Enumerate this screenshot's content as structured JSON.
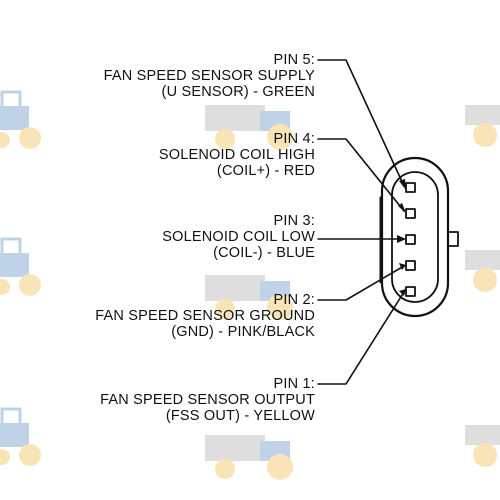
{
  "pins": [
    {
      "id": "pin5",
      "title": "PIN 5:",
      "lines": [
        "FAN SPEED SENSOR SUPPLY",
        "(U SENSOR) - GREEN"
      ]
    },
    {
      "id": "pin4",
      "title": "PIN 4:",
      "lines": [
        "SOLENOID COIL HIGH",
        "(COIL+) - RED"
      ]
    },
    {
      "id": "pin3",
      "title": "PIN 3:",
      "lines": [
        "SOLENOID COIL LOW",
        "(COIL-) - BLUE"
      ]
    },
    {
      "id": "pin2",
      "title": "PIN 2:",
      "lines": [
        "FAN SPEED SENSOR GROUND",
        "(GND) - PINK/BLACK"
      ]
    },
    {
      "id": "pin1",
      "title": "PIN 1:",
      "lines": [
        "FAN SPEED SENSOR OUTPUT",
        "(FSS OUT) - YELLOW"
      ]
    }
  ],
  "colors": {
    "ink": "#111111",
    "watermark_body": "#1f5fb0",
    "watermark_wheel": "#e8a000"
  },
  "watermark_icon": "tractor-icon"
}
